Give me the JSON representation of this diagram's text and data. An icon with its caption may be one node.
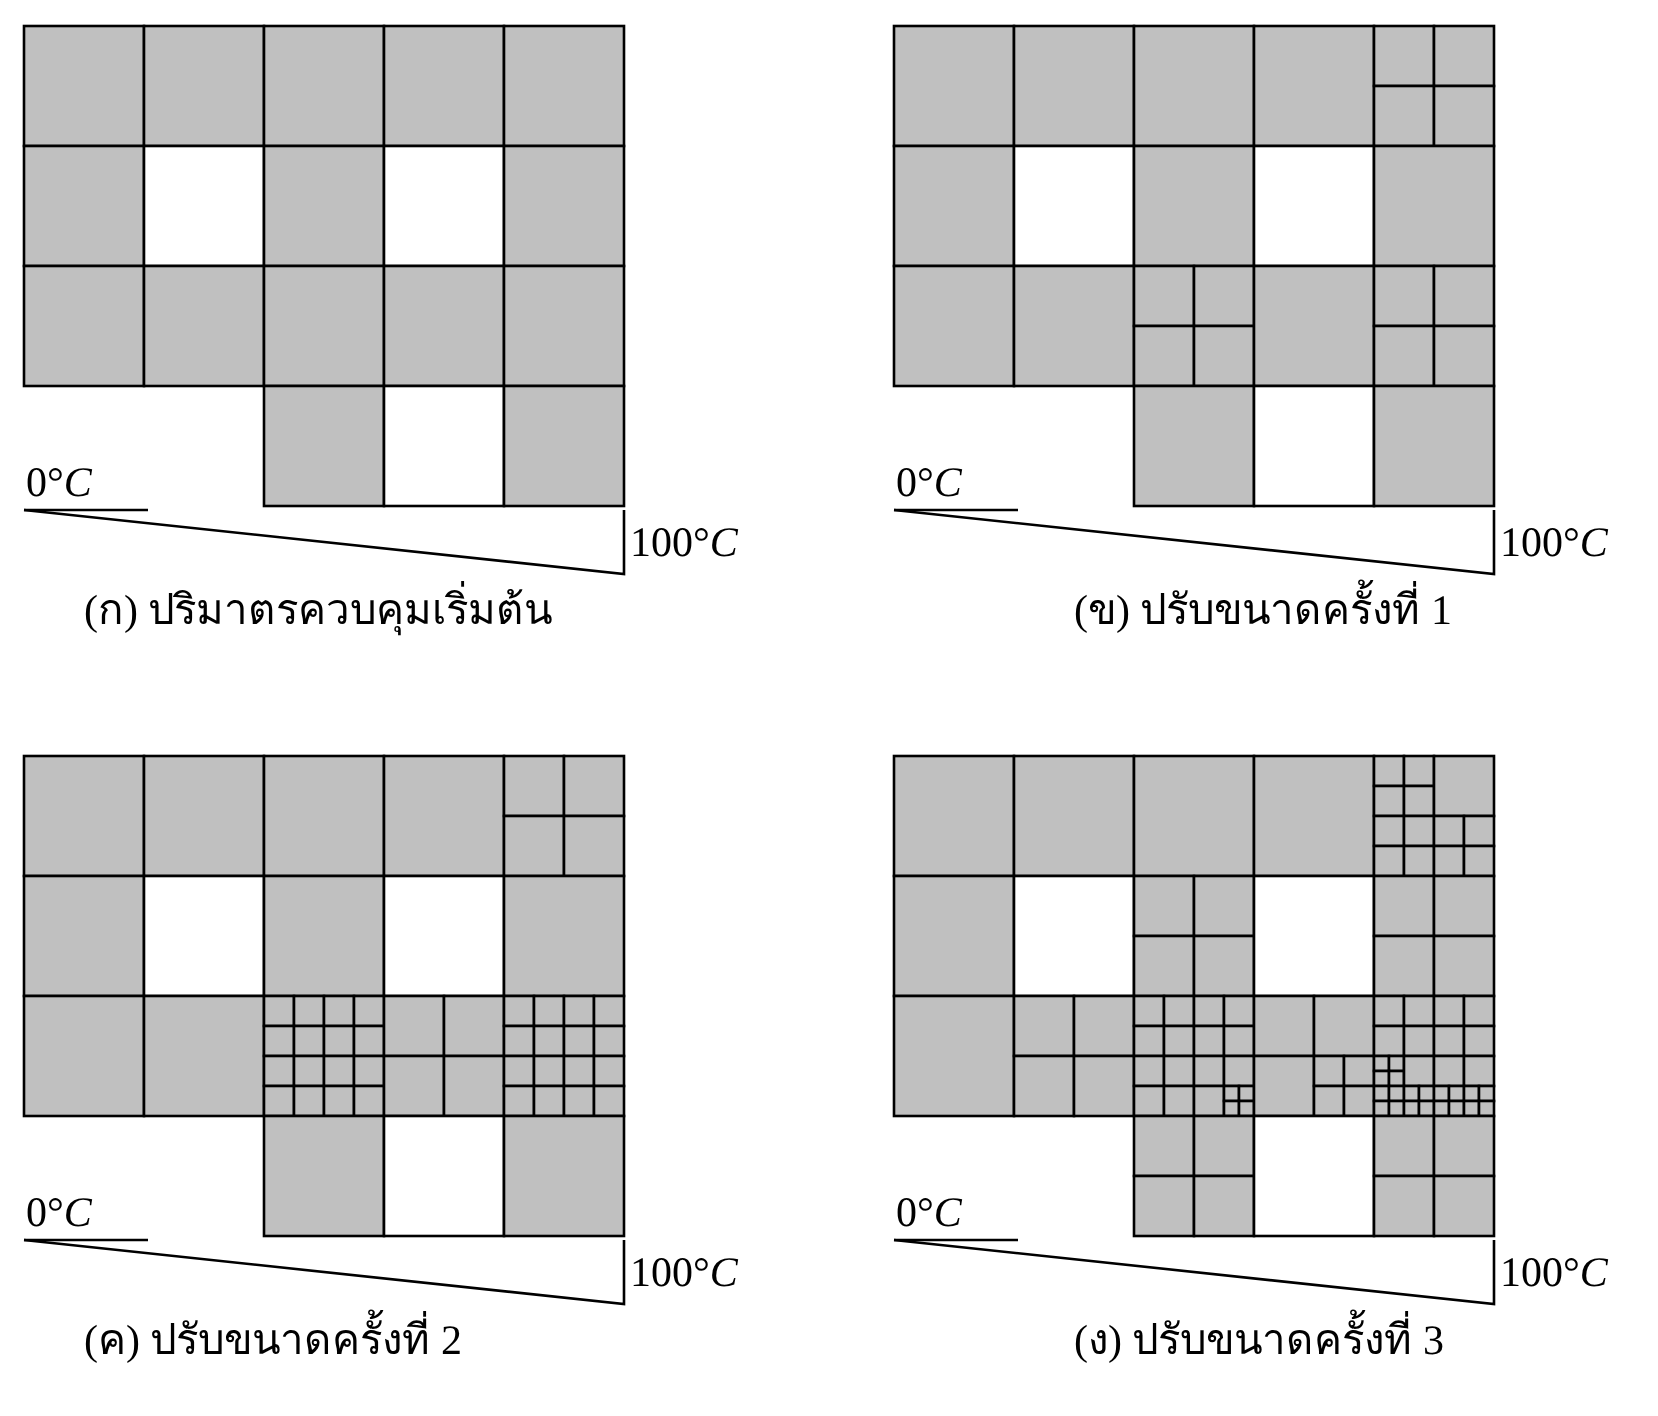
{
  "diagram": {
    "labels": [
      "0°*C*",
      "0°*C*",
      "100°*C*",
      "100°*C*",
      "(ก) ปริมาตรควบคุมเริ่มต้น",
      "(ข) ปรับขนาดครั้งที่ 1",
      "0°*C*",
      "0°*C*",
      "100°*C*",
      "100°*C*",
      "(ค) ปรับขนาดครั้งที่ 2",
      "(ง) ปรับขนาดครั้งที่ 3"
    ]
  }
}
